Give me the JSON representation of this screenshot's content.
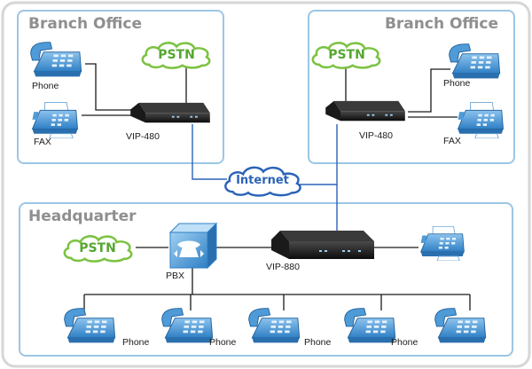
{
  "diagram": {
    "branch_left": {
      "title": "Branch Office",
      "phone_label": "Phone",
      "fax_label": "FAX",
      "pstn_label": "PSTN",
      "device_label": "VIP-480"
    },
    "branch_right": {
      "title": "Branch Office",
      "phone_label": "Phone",
      "fax_label": "FAX",
      "pstn_label": "PSTN",
      "device_label": "VIP-480"
    },
    "internet_label": "Internet",
    "headquarter": {
      "title": "Headquarter",
      "pstn_label": "PSTN",
      "pbx_label": "PBX",
      "device_label": "VIP-880",
      "phones": [
        "Phone",
        "Phone",
        "Phone",
        "Phone"
      ]
    }
  },
  "colors": {
    "frame": "#d6d6d6",
    "box_border": "#9cc6e4",
    "phone_blue": "#3d8fd1",
    "cloud_green": "#7cc242",
    "internet_line": "#2b63b8",
    "device_dark": "#2a2a2a"
  }
}
